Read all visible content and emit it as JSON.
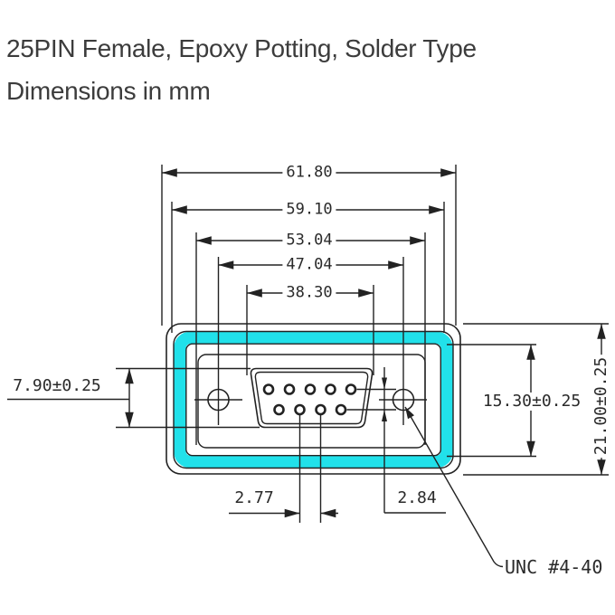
{
  "title": {
    "line1": "25PIN Female, Epoxy Potting, Solder Type",
    "line2": "Dimensions in mm"
  },
  "drawing": {
    "dims_top": [
      "61.80",
      "59.10",
      "53.04",
      "47.04",
      "38.30"
    ],
    "dim_d_opening_height": "7.90±0.25",
    "dim_inner_height": "15.30±0.25",
    "dim_outer_height": "21.00±0.25",
    "dim_pin_pitch": "2.77",
    "dim_row_spacing": "2.84",
    "thread_spec": "UNC #4-40",
    "pin_count_top_row": 5,
    "pin_count_bottom_row": 4,
    "colors": {
      "gasket": "#21e1ea",
      "line": "#222222",
      "text": "#3c3c3c"
    }
  }
}
